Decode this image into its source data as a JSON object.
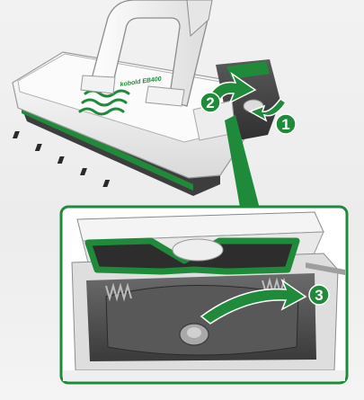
{
  "illustration": {
    "brand_text": "kobold EB400",
    "accent_color": "#1f8a3a",
    "steps": [
      {
        "label": "1",
        "meaning": "press release button"
      },
      {
        "label": "2",
        "meaning": "lift lid"
      },
      {
        "label": "3",
        "meaning": "remove filter"
      }
    ]
  }
}
